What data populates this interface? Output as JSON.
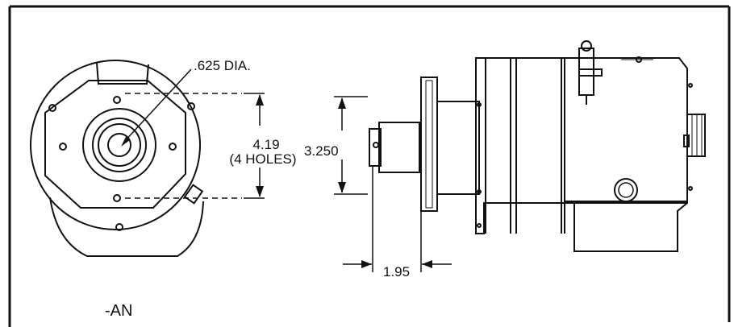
{
  "drawing": {
    "model_label": "-AN",
    "bore_callout": ".625 DIA.",
    "bolt_circle_value": "4.19",
    "bolt_circle_note": "(4 HOLES)",
    "pilot_diameter": "3.250",
    "shaft_extension": "1.95"
  },
  "colors": {
    "ink": "#111111",
    "paper": "#ffffff"
  }
}
